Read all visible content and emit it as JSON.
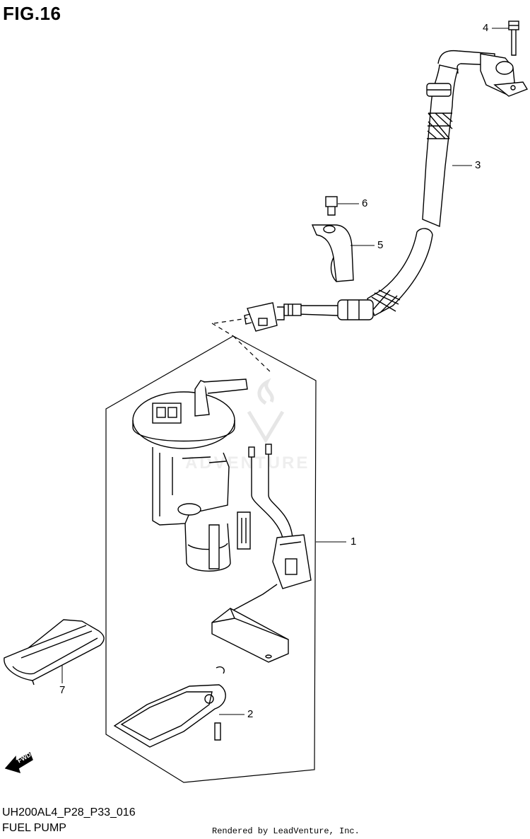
{
  "figure": {
    "title": "FIG.16",
    "code": "UH200AL4_P28_P33_016",
    "caption": "FUEL PUMP",
    "rendered_by": "Rendered by LeadVenture, Inc."
  },
  "watermark": {
    "text": "ADVENTURE",
    "color": "#eeeeee"
  },
  "fwd_arrow": {
    "label": "FWD"
  },
  "callouts": [
    {
      "id": "1",
      "label": "1"
    },
    {
      "id": "2",
      "label": "2"
    },
    {
      "id": "3",
      "label": "3"
    },
    {
      "id": "4",
      "label": "4"
    },
    {
      "id": "5",
      "label": "5"
    },
    {
      "id": "6",
      "label": "6"
    },
    {
      "id": "7",
      "label": "7"
    }
  ]
}
